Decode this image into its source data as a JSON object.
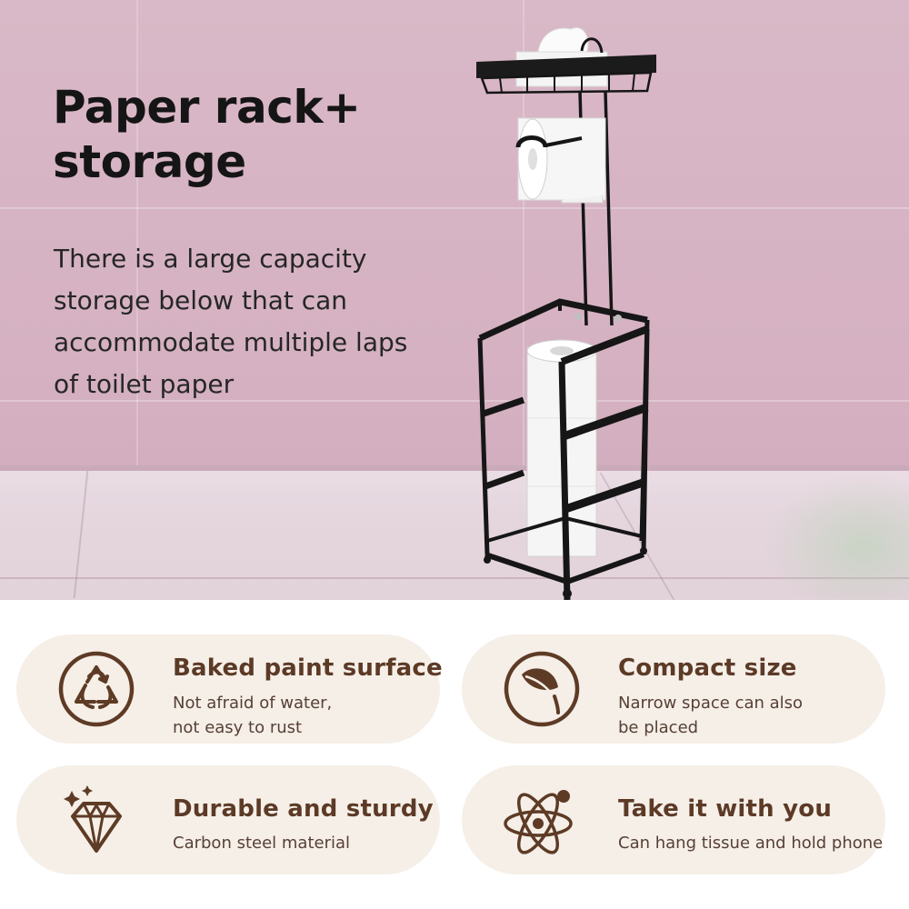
{
  "hero": {
    "title": "Paper rack+ storage",
    "description": "There is a large capacity storage below that can accommodate multiple laps of toilet paper"
  },
  "features": [
    {
      "title": "Baked paint surface",
      "description": "Not afraid of water,\nnot easy to rust",
      "icon": "recycle-icon"
    },
    {
      "title": "Compact size",
      "description": "Narrow space can also\nbe placed",
      "icon": "leaf-icon"
    },
    {
      "title": "Durable and sturdy",
      "description": "Carbon steel material",
      "icon": "diamond-icon"
    },
    {
      "title": "Take it with you",
      "description": "Can hang tissue and hold phone",
      "icon": "atom-icon"
    }
  ],
  "colors": {
    "wall": "#d7b5c4",
    "card_bg": "#f5efe8",
    "feature_title": "#5c3a26",
    "feature_text": "#574036",
    "icon": "#5e3b25",
    "rack": "#161616"
  }
}
